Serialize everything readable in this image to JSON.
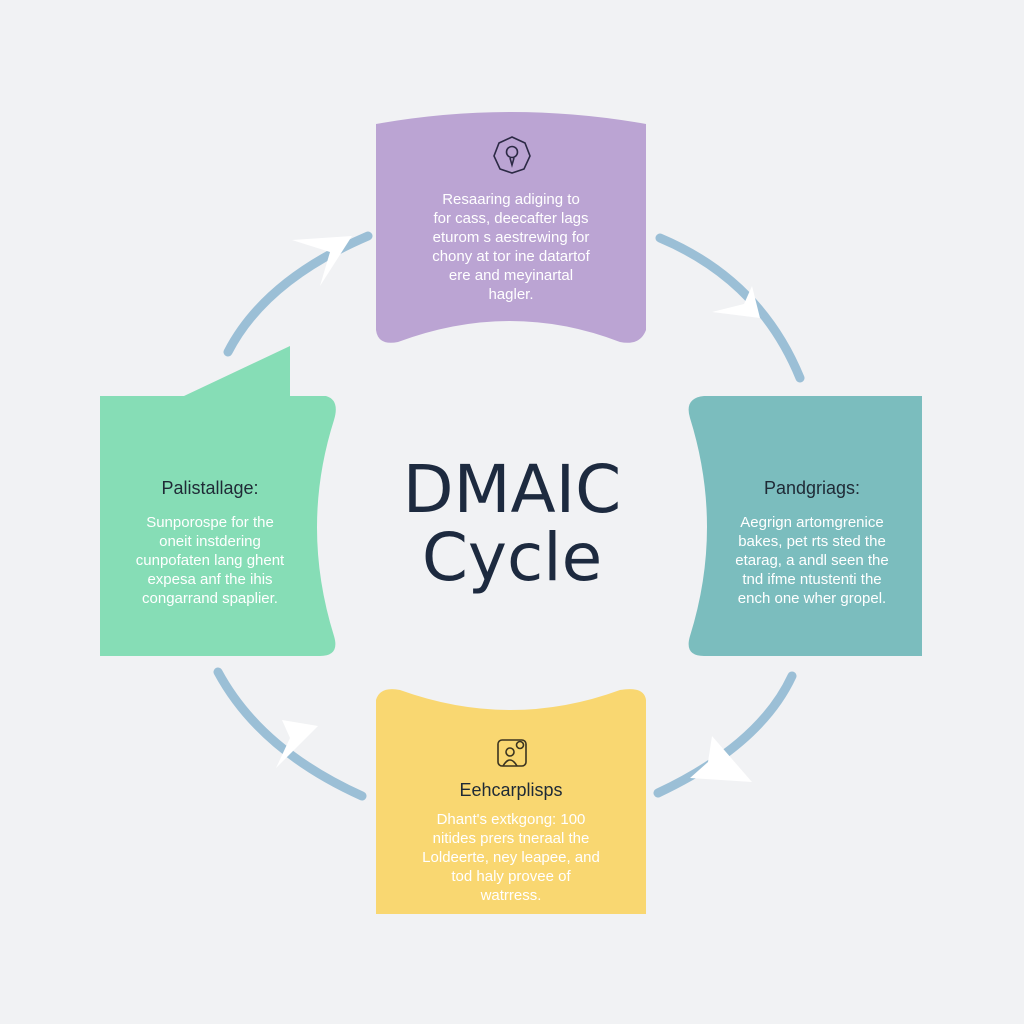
{
  "title": {
    "line1": "DMAIC",
    "line2": "Cycle"
  },
  "colors": {
    "define": "#bba4d3",
    "measure": "#7bbdbe",
    "analyze": "#f9d771",
    "improve": "#86ddb6",
    "arrow": "#9bbfd6",
    "title": "#1d2a3f"
  },
  "cards": {
    "top": {
      "icon": "lightbulb-icon",
      "text": [
        "Resaaring adiging to",
        "for cass, deecafter lags",
        "eturom s aestrewing for",
        "chony at tor ine datartof",
        "ere and meyinartal",
        "hagler."
      ]
    },
    "right": {
      "heading": "Pandgriags:",
      "text": [
        "Aegrign artomgrenice",
        "bakes, pet rts sted the",
        "etarag, a andl seen the",
        "tnd ifme ntustenti the",
        "ench one wher gropel."
      ]
    },
    "bottom": {
      "icon": "person-photo-icon",
      "heading": "Eehcarplisps",
      "text": [
        "Dhant's extkgong: 100",
        "nitides prers tneraal the",
        "Loldeerte, ney leapee, and",
        "tod haly provee of",
        "watrress."
      ]
    },
    "left": {
      "heading": "Palistallage:",
      "text": [
        "Sunporospe for the",
        "oneit instdering",
        "cunpofaten lang ghent",
        "expesa anf the ihis",
        "congarrand spaplier."
      ]
    }
  }
}
